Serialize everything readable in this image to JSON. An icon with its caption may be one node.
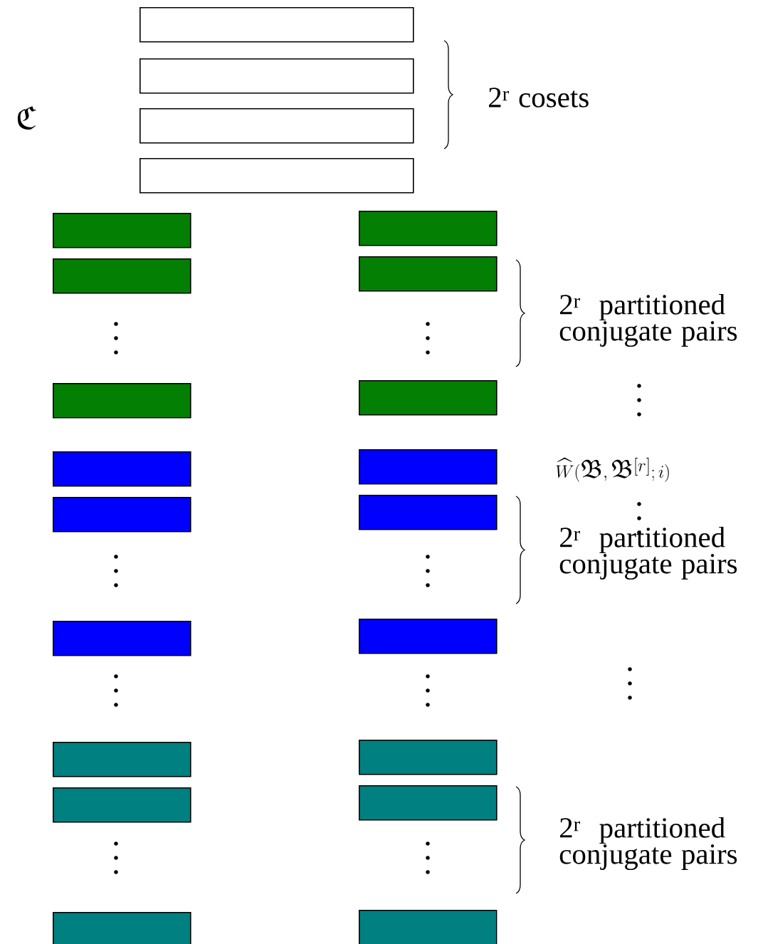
{
  "diagram": {
    "nodes": [
      {
        "text": [],
        "shape": "box"
      },
      {
        "text": [],
        "shape": "box"
      },
      {
        "text": [],
        "shape": "box"
      },
      {
        "text": [],
        "shape": "box"
      },
      {
        "text": [],
        "shape": "box"
      },
      {
        "text": [],
        "shape": "box"
      },
      {
        "text": [],
        "shape": "box"
      },
      {
        "text": [],
        "shape": "box"
      },
      {
        "text": [],
        "shape": "box"
      },
      {
        "text": [],
        "shape": "box"
      },
      {
        "text": [],
        "shape": "box"
      },
      {
        "text": [],
        "shape": "box"
      },
      {
        "text": [],
        "shape": "box"
      },
      {
        "text": [],
        "shape": "box"
      },
      {
        "text": [],
        "shape": "box"
      },
      {
        "text": [],
        "shape": "box"
      },
      {
        "text": [],
        "shape": "box"
      },
      {
        "text": [],
        "shape": "box"
      },
      {
        "text": [],
        "shape": "box"
      },
      {
        "text": [],
        "shape": "box"
      },
      {
        "text": [],
        "shape": "box"
      },
      {
        "text": [],
        "shape": "box"
      }
    ],
    "labels": [
      "\\mathfrak{C}",
      "2$^{r}$ cosets",
      "2$^{r}$ partitioned conjugate pairs",
      "\\widehat{W}(\\mathfrak{B},\\mathfrak{B}^{[r]};i)",
      "2$^{r}$ partitioned conjugate pairs",
      "2$^{r}$ partitioned conjugate pairs"
    ]
  }
}
